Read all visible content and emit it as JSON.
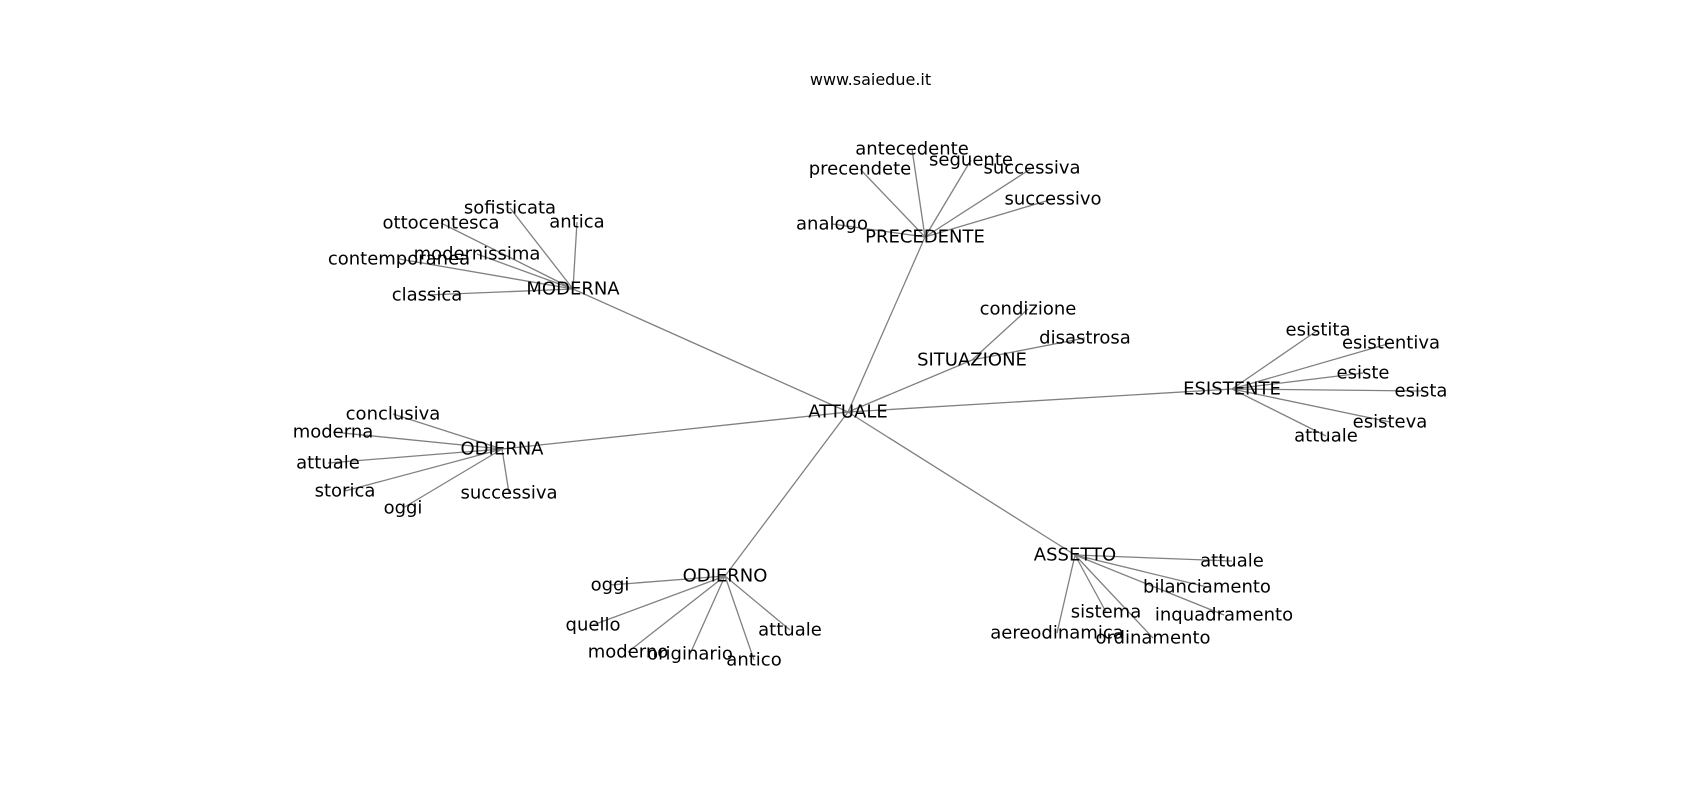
{
  "watermark": "www.saiedue.it",
  "graph": {
    "center": "ATTUALE",
    "hubs": [
      {
        "id": "precedente",
        "label": "PRECEDENTE",
        "leaves": [
          {
            "id": "antecedente",
            "label": "antecedente"
          },
          {
            "id": "precendete",
            "label": "precendete"
          },
          {
            "id": "seguente",
            "label": "seguente"
          },
          {
            "id": "successiva",
            "label": "successiva"
          },
          {
            "id": "successivo",
            "label": "successivo"
          },
          {
            "id": "analogo",
            "label": "analogo"
          }
        ]
      },
      {
        "id": "moderna",
        "label": "MODERNA",
        "leaves": [
          {
            "id": "sofisticata",
            "label": "sofisticata"
          },
          {
            "id": "antica",
            "label": "antica"
          },
          {
            "id": "ottocentesca",
            "label": "ottocentesca"
          },
          {
            "id": "modernissima",
            "label": "modernissima"
          },
          {
            "id": "contemporanea",
            "label": "contemporanea"
          },
          {
            "id": "classica",
            "label": "classica"
          }
        ]
      },
      {
        "id": "situazione",
        "label": "SITUAZIONE",
        "leaves": [
          {
            "id": "condizione",
            "label": "condizione"
          },
          {
            "id": "disastrosa",
            "label": "disastrosa"
          }
        ]
      },
      {
        "id": "esistente",
        "label": "ESISTENTE",
        "leaves": [
          {
            "id": "esistita",
            "label": "esistita"
          },
          {
            "id": "esistentiva",
            "label": "esistentiva"
          },
          {
            "id": "esiste",
            "label": "esiste"
          },
          {
            "id": "esista",
            "label": "esista"
          },
          {
            "id": "esisteva",
            "label": "esisteva"
          },
          {
            "id": "attuale",
            "label": "attuale"
          }
        ]
      },
      {
        "id": "odierna",
        "label": "ODIERNA",
        "leaves": [
          {
            "id": "conclusiva",
            "label": "conclusiva"
          },
          {
            "id": "moderna",
            "label": "moderna"
          },
          {
            "id": "attuale",
            "label": "attuale"
          },
          {
            "id": "storica",
            "label": "storica"
          },
          {
            "id": "oggi",
            "label": "oggi"
          },
          {
            "id": "successiva",
            "label": "successiva"
          }
        ]
      },
      {
        "id": "odierno",
        "label": "ODIERNO",
        "leaves": [
          {
            "id": "oggi",
            "label": "oggi"
          },
          {
            "id": "quello",
            "label": "quello"
          },
          {
            "id": "moderno",
            "label": "moderno"
          },
          {
            "id": "originario",
            "label": "originario"
          },
          {
            "id": "antico",
            "label": "antico"
          },
          {
            "id": "attuale",
            "label": "attuale"
          }
        ]
      },
      {
        "id": "assetto",
        "label": "ASSETTO",
        "leaves": [
          {
            "id": "attuale",
            "label": "attuale"
          },
          {
            "id": "bilanciamento",
            "label": "bilanciamento"
          },
          {
            "id": "inquadramento",
            "label": "inquadramento"
          },
          {
            "id": "ordinamento",
            "label": "ordinamento"
          },
          {
            "id": "sistema",
            "label": "sistema"
          },
          {
            "id": "aereodinamica",
            "label": "aereodinamica"
          }
        ]
      }
    ]
  }
}
